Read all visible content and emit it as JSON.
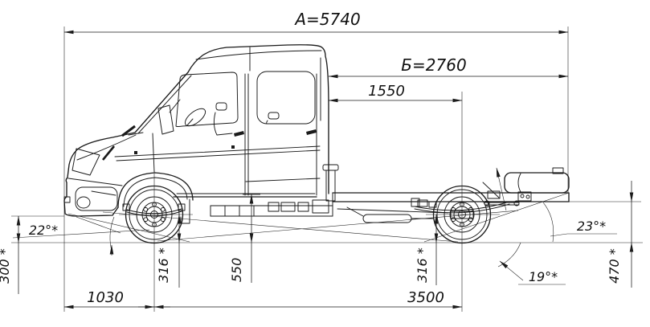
{
  "dims": {
    "horizontal": [
      {
        "name": "overall-length",
        "label": "А=5740"
      },
      {
        "name": "cab-to-frame-end",
        "label": "Б=2760"
      },
      {
        "name": "cab-to-rear-axle",
        "label": "1550"
      },
      {
        "name": "front-overhang",
        "label": "1030"
      },
      {
        "name": "wheelbase",
        "label": "3500"
      }
    ],
    "vertical": [
      {
        "name": "front-clearance",
        "label": "300 *"
      },
      {
        "name": "front-axle-height",
        "label": "316 *"
      },
      {
        "name": "mid-frame-height",
        "label": "550"
      },
      {
        "name": "rear-axle-height",
        "label": "316 *"
      },
      {
        "name": "rear-frame-height",
        "label": "470 *"
      }
    ],
    "angles": [
      {
        "name": "approach-angle",
        "label": "22°*"
      },
      {
        "name": "ramp-angle",
        "label": "19°*"
      },
      {
        "name": "departure-angle",
        "label": "23°*"
      }
    ]
  },
  "colors": {
    "ink": "#1a1a1a",
    "paper": "#ffffff"
  }
}
